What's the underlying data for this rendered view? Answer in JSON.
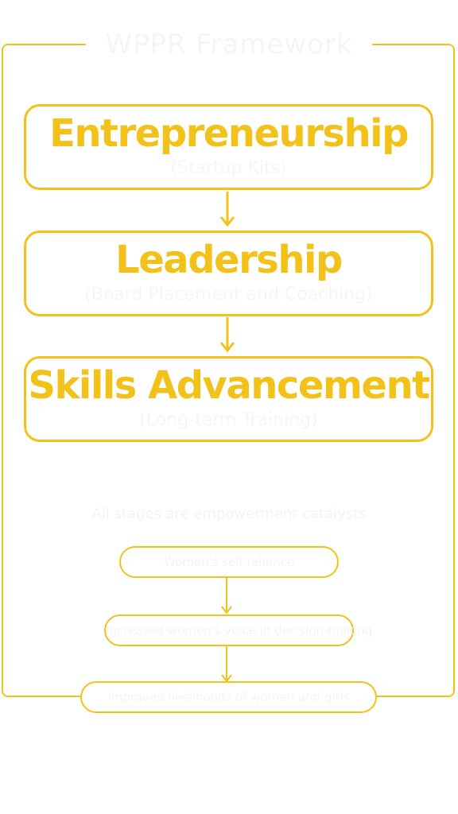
{
  "frame": {
    "title": "WPPR Framework"
  },
  "stages": [
    {
      "title": "Entrepreneurship",
      "subtitle": "(Startup Kits)"
    },
    {
      "title": "Leadership",
      "subtitle": "(Board Placement and Coaching)"
    },
    {
      "title": "Skills Advancement",
      "subtitle": "(Long-term Training)"
    }
  ],
  "caption": "All stages are empowerment catalysts",
  "outcomes": [
    {
      "label": "Women's self-reliance"
    },
    {
      "label": "Increased women's voice in decision-making"
    },
    {
      "label": "Improved livelihoods of women and girls"
    }
  ],
  "colors": {
    "accent": "#f2c21a",
    "faint_text": "#f4f4f4"
  }
}
